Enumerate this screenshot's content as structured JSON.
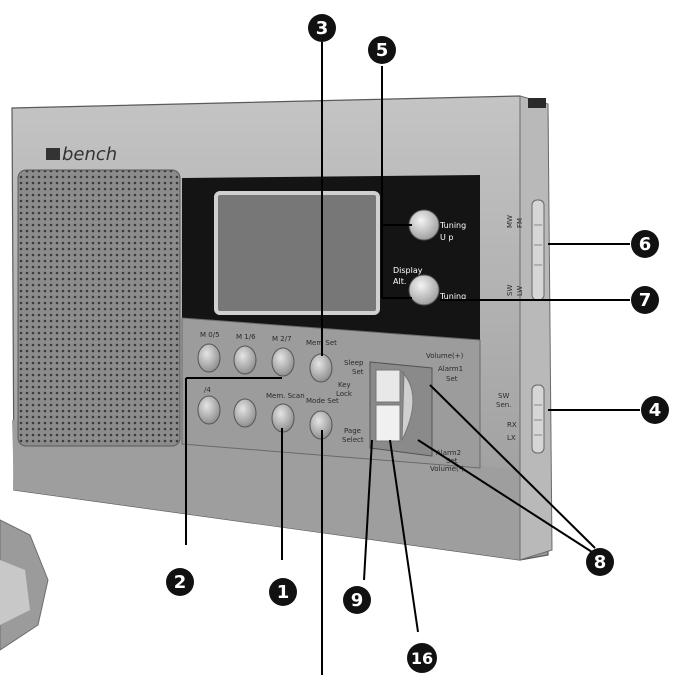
{
  "brand": "bench",
  "buttons": {
    "m05": "M 0/5",
    "m16": "M 1/6",
    "m27": "M 2/7",
    "mem_set": "Mem Set",
    "mem_scan": "Mem. Scan",
    "mode_set": "Mode Set",
    "m4": "/4",
    "sleep_set": "Sleep\nSet",
    "key_lock": "Key\nLock",
    "page_select": "Page\nSelect"
  },
  "right_panel": {
    "tuning_up_a": "Tuning",
    "tuning_up_b": "U    p",
    "display_alt_a": "Display",
    "display_alt_b": "Alt.",
    "tuning_down": "Tuning",
    "volume_plus": "Volume(+)",
    "alarm1": "Alarm1",
    "alarm1_set": "Set",
    "alarm2": "Alarm2",
    "alarm2_set": "Set",
    "volume_minus": "Volume(-)"
  },
  "side": {
    "mw": "MW",
    "fm": "FM",
    "sw": "SW",
    "lw": "LW",
    "sw_sen_a": "SW",
    "sw_sen_b": "Sen.",
    "rx": "RX",
    "lx": "LX"
  },
  "callouts": [
    "3",
    "5",
    "6",
    "7",
    "4",
    "8",
    "2",
    "1",
    "9",
    "16"
  ],
  "colors": {
    "body": "#a9a9a9",
    "speaker": "#8f8f8f",
    "panel": "#111111",
    "lcd": "#7e7e7e",
    "callout": "#111111"
  }
}
